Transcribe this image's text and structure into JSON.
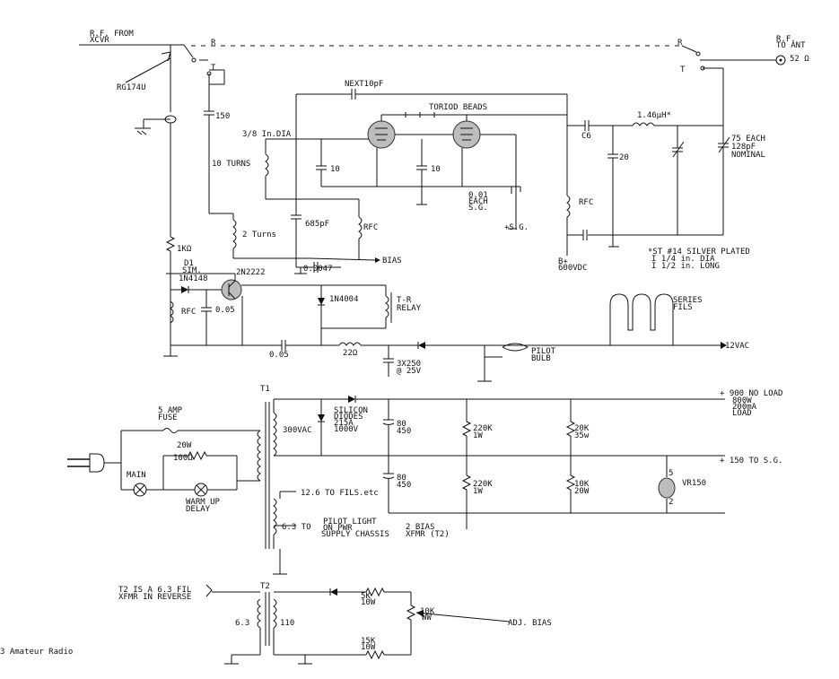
{
  "labels": {
    "rf_from": "R.F. FROM",
    "xcvr": "XCVR",
    "rg174u": "RG174U",
    "r": "R",
    "t": "T",
    "rf_to": "R.F.",
    "to_ant": "TO ANT",
    "ohm52": "52 Ω",
    "next10pf": "NEXT10pF",
    "toriod": "TORIOD BEADS",
    "c150": "150",
    "dia38": "3/8 In.DIA",
    "turns10": "10 TURNS",
    "c10": "10",
    "c001": "0.01",
    "each": "EACH",
    "sg": "S.G.",
    "plus_sg": "+S.G.",
    "c685": "685pF",
    "rfc": "RFC",
    "turns2": "2 Turns",
    "bias": "BIAS",
    "c0047": "0.0047",
    "c6": "C6",
    "l146": "1.46µH*",
    "c20": "20",
    "each75": "75 EACH",
    "pf128": "128pF",
    "nominal": "NOMINAL",
    "silver": "*ST #14 SILVER PLATED",
    "dia114": "I 1/4 in. DIA",
    "long112": "I 1/2 in. LONG",
    "bplus": "B+",
    "vdc600": "600VDC",
    "r1k": "1KΩ",
    "d1": "D1",
    "sim": "SIM.",
    "n4148": "1N4148",
    "n2222": "2N2222",
    "n4004": "1N4004",
    "tr": "T-R",
    "relay": "RELAY",
    "c005": "0.05",
    "r22": "22Ω",
    "c3x250": "3X250",
    "at25v": "@ 25V",
    "pilot": "PILOT",
    "bulb": "BULB",
    "series": "SERIES",
    "fils": "FILS",
    "vac12": "12VAC",
    "t1": "T1",
    "amp5": "5 AMP",
    "fuse": "FUSE",
    "silicon": "SILICON",
    "diodes": "DIODES",
    "a215": "215A",
    "v1000": "1000V",
    "vac300": "300VAC",
    "w20": "20W",
    "r100": "100Ω",
    "main": "MAIN",
    "warmup": "WARM UP",
    "delay": "DELAY",
    "c80": "80",
    "v450": "450",
    "r220k": "220K",
    "w1": "1W",
    "r20k": "20K",
    "w35": "35w",
    "r10k": "10K",
    "pin5": "5",
    "pin2": "2",
    "vr150": "VR150",
    "noload": "+ 900 NO LOAD",
    "w800": "800W",
    "ma200": "200mA",
    "load": "LOAD",
    "sg150": "+ 150 TO S.G.",
    "minus": "-",
    "fils126": "12.6 TO FILS.etc",
    "to63": "6.3 TO",
    "pilotlight": "PILOT LIGHT",
    "onpwr": "ON PWR",
    "chassis": "SUPPLY CHASSIS",
    "bias2": "2 BIAS",
    "xfmrt2": "XFMR (T2)",
    "t2note1": "T2 IS A 6.3 FIL",
    "t2note2": "XFMR IN REVERSE",
    "t2": "T2",
    "v63": "6.3",
    "v110": "110",
    "r5k": "5K",
    "w10": "10W",
    "ww": "WW",
    "adjbias": "ADJ. BIAS",
    "r15k": "15K",
    "footer": "3 Amateur Radio"
  }
}
